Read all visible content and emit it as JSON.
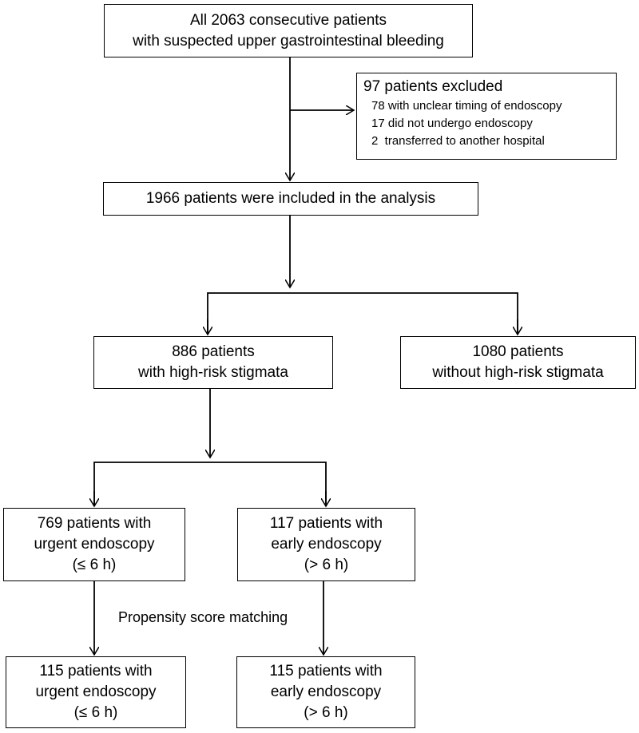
{
  "boxes": {
    "all_patients": [
      "All 2063 consecutive patients",
      "with suspected upper gastrointestinal bleeding"
    ],
    "excluded": {
      "title": "97 patients excluded",
      "items": [
        "78 with unclear timing of endoscopy",
        "17 did not undergo endoscopy",
        "2  transferred to another hospital"
      ]
    },
    "included": [
      "1966 patients were included in the analysis"
    ],
    "high_risk": [
      "886 patients",
      "with high-risk stigmata"
    ],
    "no_high_risk": [
      "1080 patients",
      "without high-risk stigmata"
    ],
    "urgent": [
      "769 patients with",
      "urgent endoscopy",
      "(≤ 6 h)"
    ],
    "early": [
      "117 patients with",
      "early endoscopy",
      "(> 6 h)"
    ],
    "urgent_matched": [
      "115 patients with",
      "urgent endoscopy",
      "(≤ 6 h)"
    ],
    "early_matched": [
      "115 patients with",
      "early endoscopy",
      "(> 6 h)"
    ]
  },
  "matching_label": "Propensity score matching"
}
